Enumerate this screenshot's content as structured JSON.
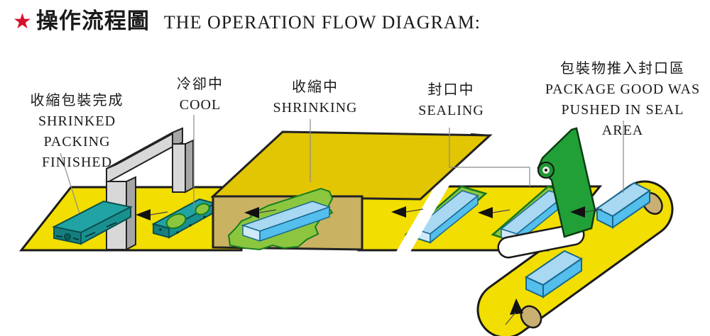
{
  "title": {
    "star_icon": "★",
    "zh": "操作流程圖",
    "en": "THE OPERATION FLOW DIAGRAM:"
  },
  "stages": {
    "finished": {
      "zh": "收縮包裝完成",
      "en1": "SHRINKED PACKING",
      "en2": "FINISHED"
    },
    "cool": {
      "zh": "冷卻中",
      "en": "COOL"
    },
    "shrinking": {
      "zh": "收縮中",
      "en": "SHRINKING"
    },
    "sealing": {
      "zh": "封口中",
      "en": "SEALING"
    },
    "infeed": {
      "zh": "包裝物推入封口區",
      "en1": "PACKAGE GOOD WAS",
      "en2": "PUSHED IN SEAL AREA"
    }
  },
  "arrows": {
    "main_line_direction": "left",
    "main_line_arrow_count": 5,
    "infeed_arrow_direction": "up-toward-seal-area"
  },
  "colors": {
    "star_red": "#D6112B",
    "text_black": "#1a1a1a",
    "belt_yellow": "#F2DE00",
    "tunnel_top": "#E3C603",
    "tunnel_side": "#C9B261",
    "arch_gray": "#D8D8D8",
    "arch_gray_top": "#EFEFEF",
    "arch_gray_dark": "#A6A6A6",
    "package_teal": "#21A3A3",
    "package_teal_front": "#157F7F",
    "package_teal_side": "#189090",
    "package_blue_top": "#A8D8F2",
    "package_blue_front": "#CFE9F8",
    "package_blue_side": "#54BEEC",
    "film_light_green": "#8CC63E",
    "film_curtain_green": "#22A038",
    "roller_tan": "#C9AF72",
    "roller_white": "#FFFFFF",
    "arrow_black": "#111111",
    "leader_gray": "#8a8a8a"
  }
}
